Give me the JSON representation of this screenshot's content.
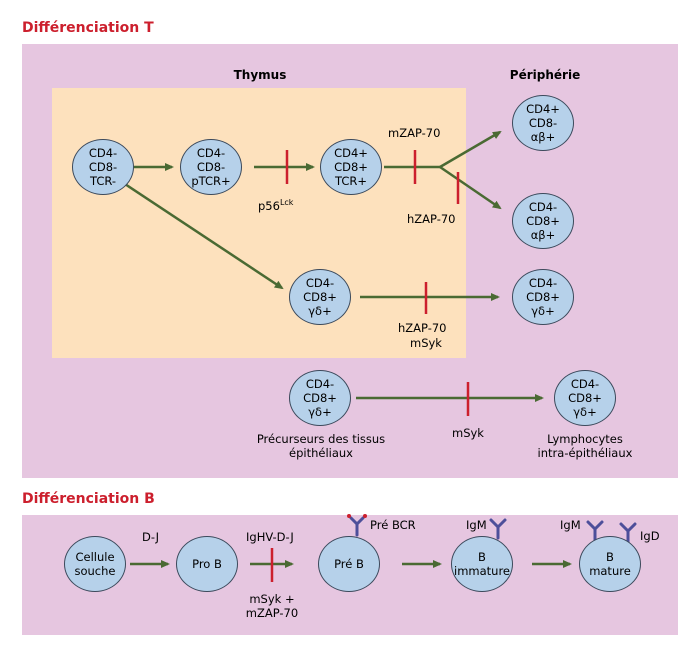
{
  "sections": {
    "t_title": "Différenciation T",
    "b_title": "Différenciation B"
  },
  "regions": {
    "thymus": "Thymus",
    "peripherie": "Périphérie"
  },
  "t_cells": {
    "c1": [
      "CD4-",
      "CD8-",
      "TCR-"
    ],
    "c2": [
      "CD4-",
      "CD8-",
      "pTCR+"
    ],
    "c3": [
      "CD4+",
      "CD8+",
      "TCR+"
    ],
    "c4": [
      "CD4+",
      "CD8-",
      "αβ+"
    ],
    "c5": [
      "CD4-",
      "CD8+",
      "αβ+"
    ],
    "c6": [
      "CD4-",
      "CD8+",
      "γδ+"
    ],
    "c7": [
      "CD4-",
      "CD8+",
      "γδ+"
    ],
    "c8": [
      "CD4-",
      "CD8+",
      "γδ+"
    ],
    "c9": [
      "CD4-",
      "CD8+",
      "γδ+"
    ]
  },
  "t_labels": {
    "p56_main": "p56",
    "p56_sup": "Lck",
    "mzap70": "mZAP-70",
    "hzap70_top": "hZAP-70",
    "hzap70_mid": "hZAP-70",
    "msyk_mid": "mSyk",
    "msyk_bottom": "mSyk",
    "precurseurs_1": "Précurseurs des tissus",
    "precurseurs_2": "épithéliaux",
    "lympho_1": "Lymphocytes",
    "lympho_2": "intra-épithéliaux"
  },
  "b_cells": {
    "cellule": [
      "Cellule",
      "souche"
    ],
    "prob": [
      "Pro B"
    ],
    "preb": [
      "Pré B"
    ],
    "immature": [
      "B",
      "immature"
    ],
    "mature": [
      "B",
      "mature"
    ]
  },
  "b_labels": {
    "dj": "D-J",
    "ighv": "IgHV-D-J",
    "msyk_zap_1": "mSyk +",
    "msyk_zap_2": "mZAP-70",
    "pre_bcr": "Pré BCR",
    "igm1": "IgM",
    "igm2": "IgM",
    "igd": "IgD"
  },
  "colors": {
    "arrow": "#4a6a33",
    "block": "#cc1f2d",
    "receptor": "#4d4f9a"
  }
}
